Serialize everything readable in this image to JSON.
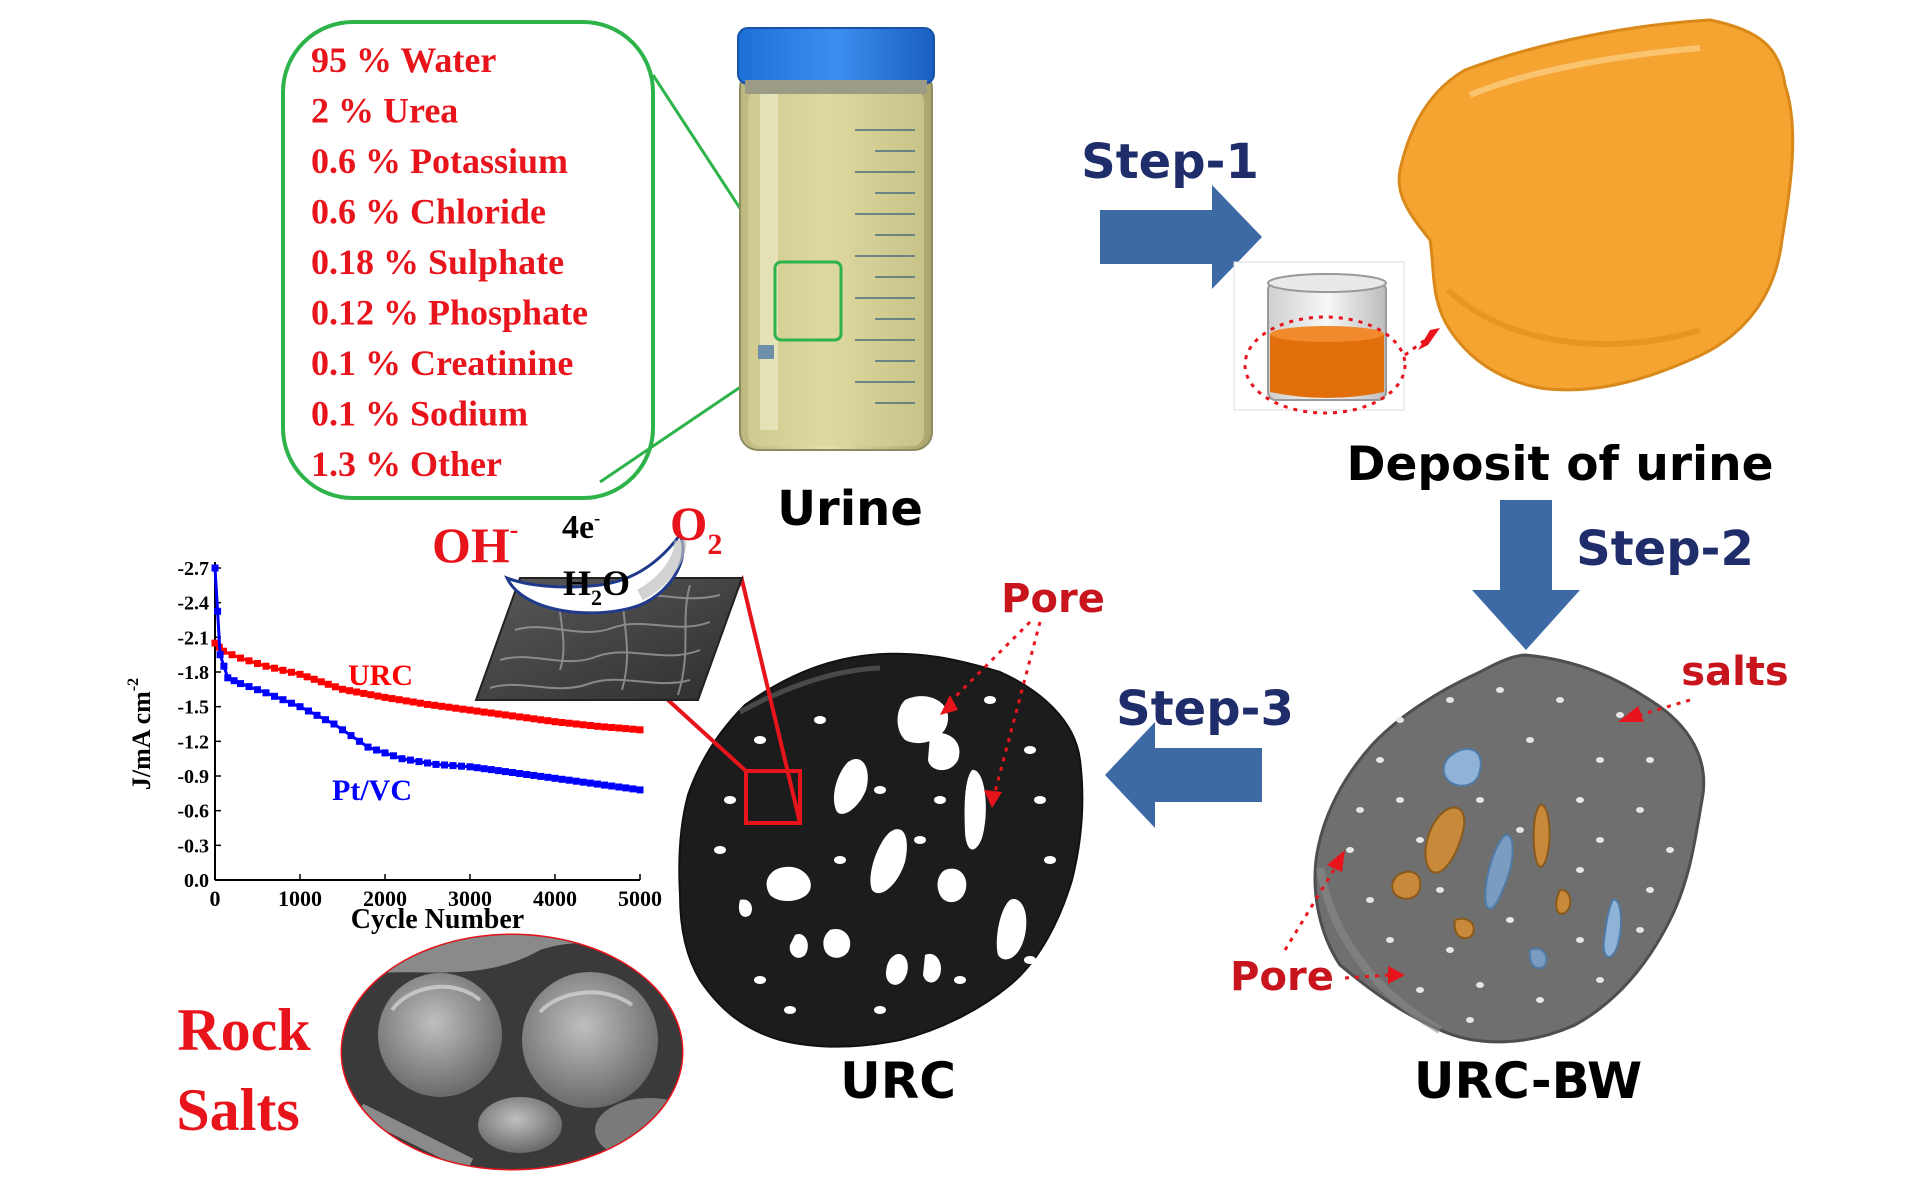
{
  "composition": [
    {
      "pct": "95 %",
      "name": "Water"
    },
    {
      "pct": "2 %",
      "name": "Urea"
    },
    {
      "pct": "0.6 %",
      "name": "Potassium"
    },
    {
      "pct": "0.6 %",
      "name": "Chloride"
    },
    {
      "pct": "0.18 %",
      "name": "Sulphate"
    },
    {
      "pct": "0.12 %",
      "name": "Phosphate"
    },
    {
      "pct": "0.1 %",
      "name": "Creatinine"
    },
    {
      "pct": "0.1 %",
      "name": "Sodium"
    },
    {
      "pct": "1.3  %",
      "name": "Other"
    }
  ],
  "labels": {
    "urine": "Urine",
    "step1": "Step-1",
    "deposit": "Deposit of urine",
    "step2": "Step-2",
    "step3": "Step-3",
    "urc_bw": "URC-BW",
    "urc": "URC",
    "salts": "salts",
    "pore": "Pore",
    "pore2": "Pore",
    "rock": "Rock",
    "salts_big": "Salts",
    "oh": "OH",
    "oh_sup": "-",
    "four_e": "4e",
    "four_e_sup": "-",
    "o2": "O",
    "o2_sub": "2",
    "h2o_h": "H",
    "h2o_sub": "2",
    "h2o_o": "O"
  },
  "colors": {
    "red_text": "#e8141c",
    "navy": "#1f2d6b",
    "arrow_blue": "#3d6aa5",
    "green_box": "#2db34a",
    "orange": "#f5a331",
    "urc_black": "#1c1c1c",
    "urcbw_gray": "#6f6f6f",
    "series_urc": "#ff0000",
    "series_pt": "#0000ff"
  },
  "chart_data": {
    "type": "line",
    "xlabel": "Cycle Number",
    "ylabel": "J/mA cm",
    "ylabel_sup": "-2",
    "xlim": [
      0,
      5000
    ],
    "ylim": [
      0,
      2.7
    ],
    "xticks": [
      "0",
      "1000",
      "2000",
      "3000",
      "4000",
      "5000"
    ],
    "yticks": [
      "0.0",
      "-0.3",
      "-0.6",
      "-0.9",
      "-1.2",
      "-1.5",
      "-1.8",
      "-2.1",
      "-2.4",
      "-2.7"
    ],
    "series": [
      {
        "name": "URC",
        "color": "#ff0000",
        "x": [
          0,
          100,
          300,
          600,
          1000,
          1500,
          2000,
          2500,
          3000,
          3500,
          4000,
          4500,
          5000
        ],
        "y": [
          2.05,
          1.98,
          1.92,
          1.85,
          1.78,
          1.65,
          1.58,
          1.52,
          1.47,
          1.42,
          1.37,
          1.33,
          1.3
        ]
      },
      {
        "name": "Pt/VC",
        "color": "#0000ff",
        "x": [
          0,
          60,
          150,
          300,
          600,
          1000,
          1400,
          1800,
          2200,
          2600,
          3000,
          3500,
          4000,
          4500,
          5000
        ],
        "y": [
          2.7,
          1.95,
          1.75,
          1.7,
          1.62,
          1.5,
          1.35,
          1.15,
          1.05,
          1.0,
          0.98,
          0.93,
          0.88,
          0.83,
          0.78
        ]
      }
    ]
  }
}
